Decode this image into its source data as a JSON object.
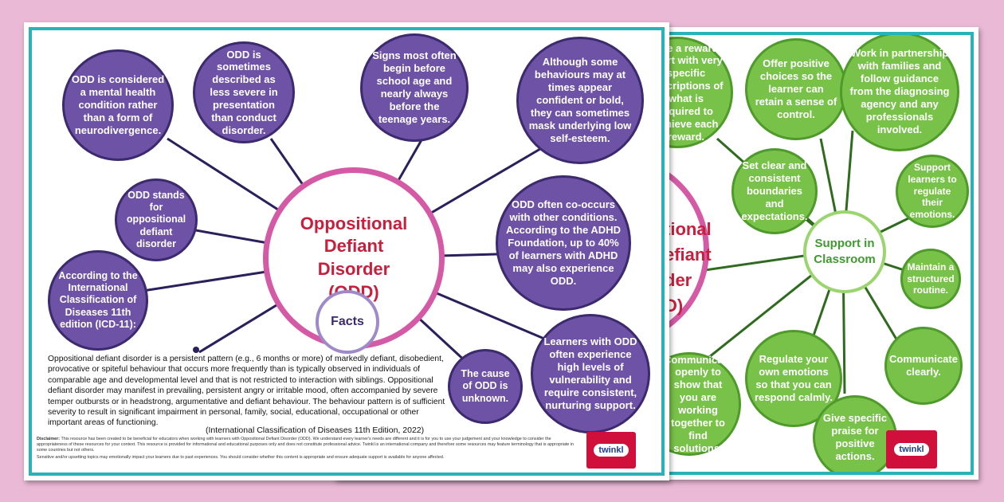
{
  "facts_sheet": {
    "center_title": "Oppositional Defiant Disorder (ODD)",
    "facts_label": "Facts",
    "bubbles": [
      "ODD is considered a mental health condition rather than a form of neurodivergence.",
      "ODD is sometimes described as less severe in presentation than conduct disorder.",
      "Signs most often begin before school age and nearly always before the teenage years.",
      "Although some behaviours may at times appear confident or bold, they can sometimes mask underlying low self-esteem.",
      "ODD stands for oppositional defiant disorder",
      "ODD often co-occurs with other conditions. According to the ADHD Foundation, up to 40% of learners with ADHD may also experience ODD.",
      "According to the International Classification of Diseases 11th edition (ICD-11):",
      "The cause of ODD is unknown.",
      "Learners with ODD often experience high levels of vulnerability and require consistent, nurturing support."
    ],
    "definition": "Oppositional defiant disorder is a persistent pattern (e.g., 6 months or more) of markedly defiant, disobedient, provocative or spiteful behaviour that occurs more frequently than is typically observed in individuals of comparable age and developmental level and that is not restricted to interaction with siblings. Oppositional defiant disorder may manifest in prevailing, persistent angry or irritable mood, often accompanied by severe temper outbursts or in headstrong, argumentative and defiant behaviour. The behaviour pattern is of sufficient severity to result in significant impairment in personal, family, social, educational, occupational or other important areas of functioning.",
    "citation": "(International Classification of Diseases 11th Edition, 2022)",
    "disclaimer_label": "Disclaimer:",
    "disclaimer": "This resource has been created to be beneficial for educators when working with learners with Oppositional Defiant Disorder (ODD). We understand every learner's needs are different and it is for you to use your judgement and your knowledge to consider the appropriateness of these resources for your context. This resource is provided for informational and educational purposes only and does not constitute professional advice. Twinkl is an international company and therefore some resources may feature terminology that is appropriate in some countries but not others.",
    "disclaimer2": "Sensitive and/or upsetting topics may emotionally impact your learners due to past experiences. You should consider whether this content is appropriate and ensure adequate support is available for anyone affected.",
    "logo": "twinkl"
  },
  "support_sheet": {
    "center_title": "Support in Classroom",
    "ghost_lines": [
      "tional",
      "efiant",
      "der",
      "D)"
    ],
    "bubbles": [
      "Use a reward chart with very specific descriptions of what is required to achieve each reward.",
      "Offer positive choices so the learner can retain a sense of control.",
      "Work in partnership with families and follow guidance from the diagnosing agency and any professionals involved.",
      "Set clear and consistent boundaries and expectations.",
      "Support learners to regulate their emotions.",
      "Maintain a structured routine.",
      "Communicate clearly.",
      "Regulate your own emotions so that you can respond calmly.",
      "Give specific praise for positive actions.",
      "Communicate openly to show that you are working together to find solutions."
    ],
    "logo": "twinkl"
  },
  "colors": {
    "background": "#eab9d6",
    "border_teal": "#27b3b8",
    "purple": "#6e52a6",
    "green": "#79c24a",
    "pink_ring": "#d45aa6",
    "title_red": "#c71f3c"
  }
}
